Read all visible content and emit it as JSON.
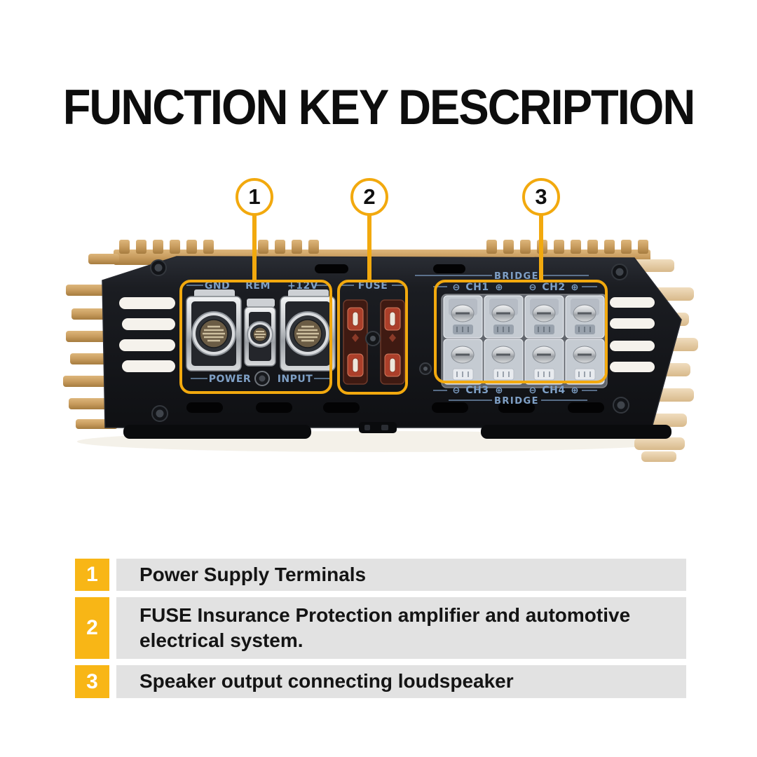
{
  "title": "FUNCTION KEY DESCRIPTION",
  "colors": {
    "accent": "#F2A90E",
    "badge": "#F8B616",
    "bar_bg": "#E2E2E2",
    "label_blue": "#7FA0C6",
    "heatsink_gold": "#C79B5B",
    "panel_black": "#17181D"
  },
  "callouts": [
    {
      "number": "1"
    },
    {
      "number": "2"
    },
    {
      "number": "3"
    }
  ],
  "amplifier": {
    "power": {
      "gnd": "GND",
      "rem": "REM",
      "plus12": "+12V",
      "power": "POWER",
      "input": "INPUT"
    },
    "fuse": {
      "label": "FUSE"
    },
    "speaker": {
      "bridge_top": "BRIDGE",
      "bridge_bottom": "BRIDGE",
      "top": [
        "⊖",
        "CH1",
        "⊕",
        "⊖",
        "CH2",
        "⊕"
      ],
      "bottom": [
        "⊖",
        "CH3",
        "⊕",
        "⊖",
        "CH4",
        "⊕"
      ]
    }
  },
  "legend": [
    {
      "number": "1",
      "text": "Power Supply Terminals"
    },
    {
      "number": "2",
      "text": "FUSE Insurance Protection amplifier and automotive electrical system."
    },
    {
      "number": "3",
      "text": "Speaker output connecting loudspeaker"
    }
  ]
}
